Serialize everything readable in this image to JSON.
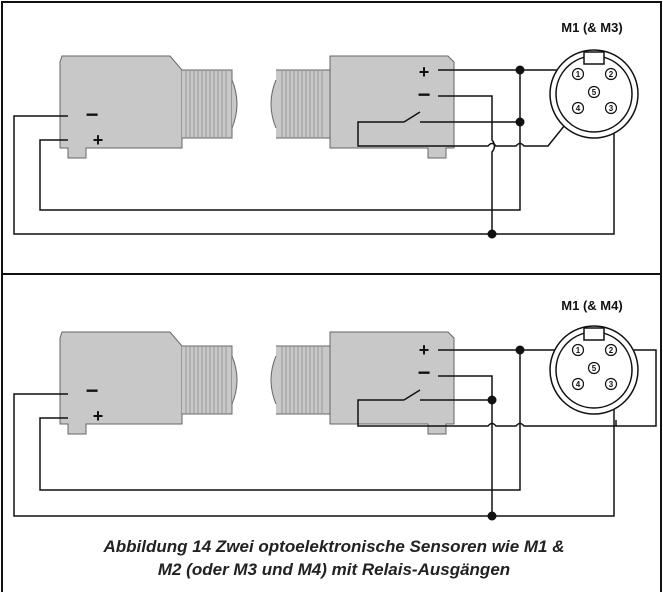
{
  "diagrams": [
    {
      "connector_label": "M1 (& M3)",
      "sensor_left": {
        "minus": "−",
        "plus": "+"
      },
      "sensor_right": {
        "plus": "+",
        "minus": "−"
      },
      "pins": [
        "1",
        "2",
        "3",
        "4",
        "5"
      ]
    },
    {
      "connector_label": "M1 (& M4)",
      "sensor_left": {
        "minus": "−",
        "plus": "+"
      },
      "sensor_right": {
        "plus": "+",
        "minus": "−"
      },
      "pins": [
        "1",
        "2",
        "3",
        "4",
        "5"
      ]
    }
  ],
  "caption": {
    "line1": "Abbildung 14 Zwei optoelektronische Sensoren wie M1 &",
    "line2": "M2 (oder M3 und M4) mit Relais-Ausgängen"
  }
}
